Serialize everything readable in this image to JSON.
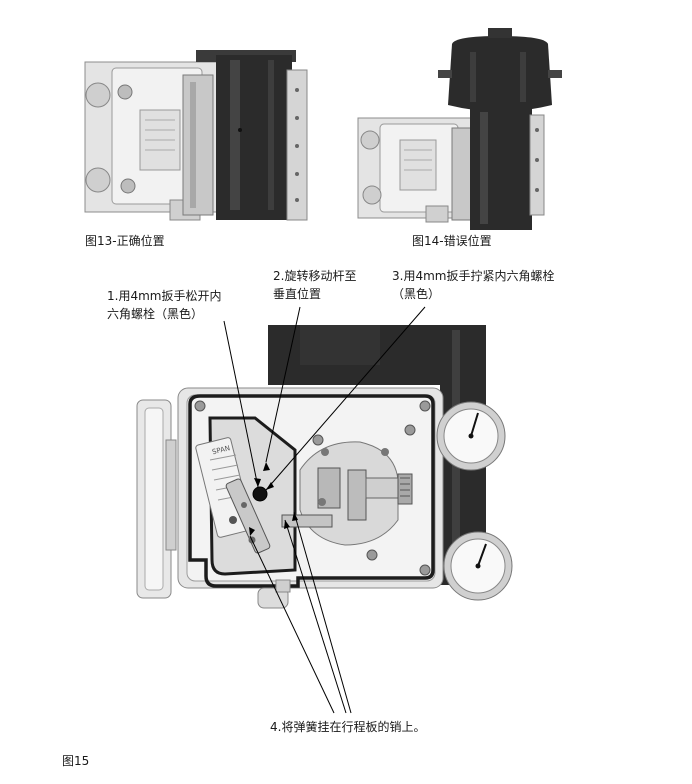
{
  "figures": {
    "fig13_caption": "图13-正确位置",
    "fig14_caption": "图14-错误位置",
    "fig15_caption": "图15"
  },
  "callouts": {
    "step1": "1.用4mm扳手松开内\n六角螺栓（黑色）",
    "step2": "2.旋转移动杆至\n垂直位置",
    "step3": "3.用4mm扳手拧紧内六角螺栓\n（黑色）",
    "step4": "4.将弹簧挂在行程板的销上。"
  },
  "illustration_labels": {
    "span": "SPAN"
  },
  "colors": {
    "actuator_dark": "#2b2b2b",
    "housing_light": "#d9d9d9",
    "line": "#000000"
  }
}
